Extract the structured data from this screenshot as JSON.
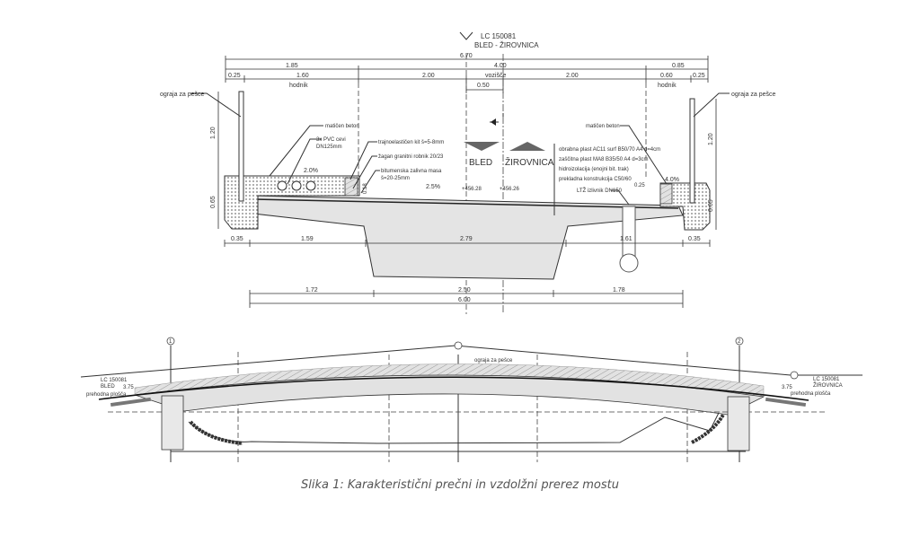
{
  "cross_section": {
    "road_id": "LC 150081",
    "road_name": "BLED - ŽIROVNICA",
    "dims_top": {
      "total": "6.70",
      "left": "1.85",
      "middle": "4.00",
      "right": "0.85",
      "sub": [
        "0.25",
        "1.60",
        "2.00",
        "2.00",
        "0.60",
        "0.25"
      ],
      "carriageway": "vozišče",
      "sidewalk_left": "hodnik",
      "sidewalk_right": "hodnik",
      "offset": "0.50"
    },
    "labels": {
      "railing_left": "ograja za pešce",
      "railing_right": "ograja za pešce",
      "concrete_left": "matičen beton",
      "concrete_right": "matičen beton",
      "pvc": "3x PVC cevi",
      "pvc2": "DN125mm",
      "sealant": "trajnoelastičen kit š=5-8mm",
      "curb": "žagan granitni robnik 20/23",
      "bitumen": "bitumenska zalivna masa",
      "bitumen2": "š=20-25mm",
      "layer1": "obrabna plast AC11 surf B50/70 A4 d=4cm",
      "layer2": "zaščitna plast MA8 B35/50 A4 d=3cm",
      "layer3": "hidroizolacija (enojni bit. trak)",
      "layer4": "prekladna konstrukcija C50/60",
      "drain": "LTŽ izlivnik DN150",
      "dir_left": "BLED",
      "dir_right": "ŽIROVNICA",
      "slope_left": "2.0%",
      "slope_mid": "2.5%",
      "slope_right": "4.0%",
      "elev1": "+456.28",
      "elev2": "+456.26",
      "h_rail_l": "1.20",
      "h_cap_l": "0.65",
      "h_rail_r": "1.20",
      "h_cap_r": "0.65",
      "curb_h": "0.18",
      "drain_w": "0.25"
    },
    "dims_mid": [
      "0.35",
      "1.59",
      "2.79",
      "1.61",
      "0.35"
    ],
    "dims_bottom": [
      "1.72",
      "2.50",
      "1.78"
    ],
    "dims_bottom_total": "6.00"
  },
  "longitudinal": {
    "axis1": "1",
    "axis2": "2",
    "left_road": "LC 150081",
    "left_place": "BLED",
    "right_road": "LC 150081",
    "right_place": "ŽIROVNICA",
    "railing": "ograja za pešce",
    "slab_left": "prehodna plošča",
    "slab_right": "prehodna plošča",
    "dim_l": "3.75",
    "dim_r": "3.75"
  },
  "caption": "Slika 1: Karakteristični prečni in vzdolžni prerez mostu"
}
